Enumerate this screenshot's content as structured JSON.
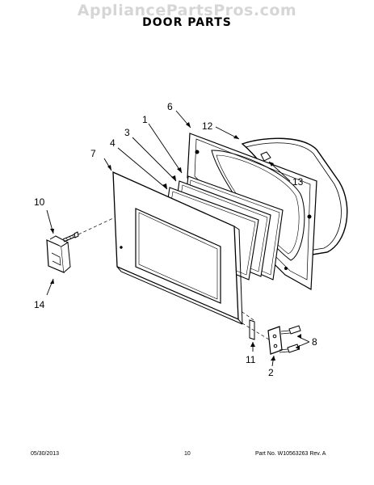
{
  "watermark": "AppliancePartsPros.com",
  "title": "DOOR PARTS",
  "callouts": {
    "c1": "1",
    "c2": "2",
    "c3": "3",
    "c4": "4",
    "c5": "6",
    "c6": "7",
    "c7": "8",
    "c8": "10",
    "c9": "11",
    "c10": "12",
    "c11": "13",
    "c12": "14"
  },
  "footer": {
    "date": "05/30/2013",
    "page": "10",
    "part_no": "Part No. W10563263  Rev. A"
  }
}
